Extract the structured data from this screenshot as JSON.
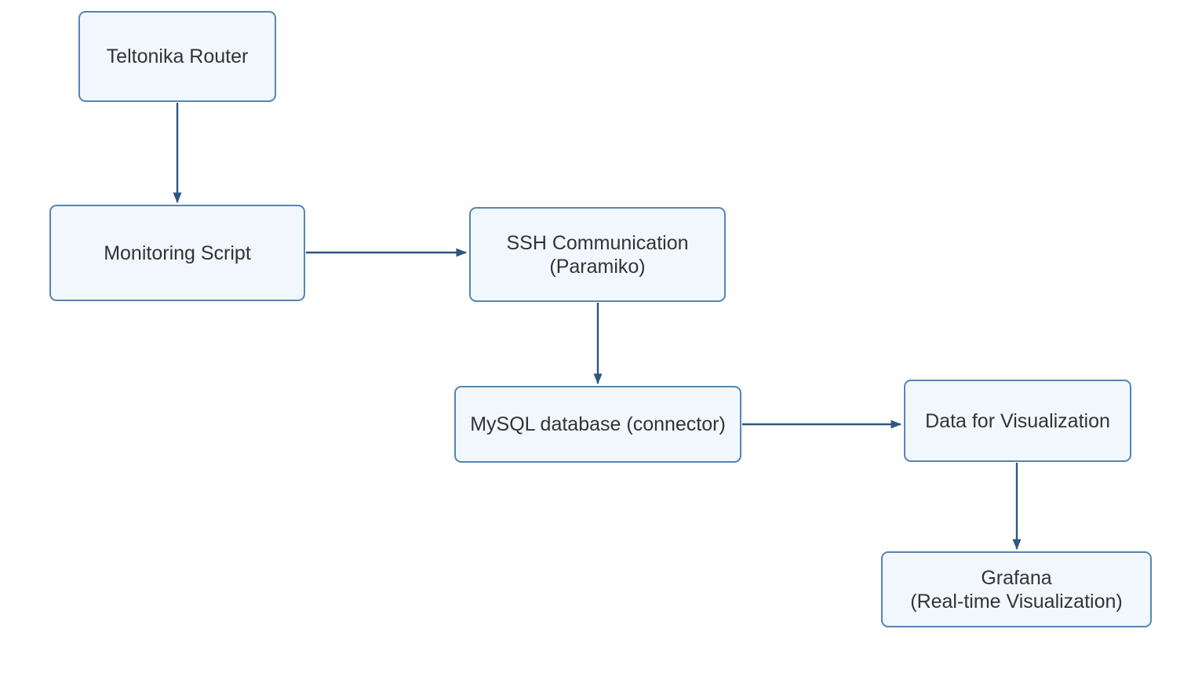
{
  "diagram": {
    "type": "flowchart",
    "nodes": [
      {
        "id": "teltonika-router",
        "label": "Teltonika Router"
      },
      {
        "id": "monitoring-script",
        "label": "Monitoring Script"
      },
      {
        "id": "ssh-communication",
        "label": "SSH Communication\n(Paramiko)"
      },
      {
        "id": "mysql-database",
        "label": "MySQL database (connector)"
      },
      {
        "id": "data-for-visualization",
        "label": "Data for Visualization"
      },
      {
        "id": "grafana",
        "label": "Grafana\n(Real-time Visualization)"
      }
    ],
    "edges": [
      {
        "from": "teltonika-router",
        "to": "monitoring-script",
        "direction": "down"
      },
      {
        "from": "monitoring-script",
        "to": "ssh-communication",
        "direction": "right"
      },
      {
        "from": "ssh-communication",
        "to": "mysql-database",
        "direction": "down"
      },
      {
        "from": "mysql-database",
        "to": "data-for-visualization",
        "direction": "right"
      },
      {
        "from": "data-for-visualization",
        "to": "grafana",
        "direction": "down"
      }
    ],
    "colors": {
      "background": "#ffffff",
      "node_fill": "#f1f7fc",
      "node_border": "#5585b5",
      "arrow": "#2d5680",
      "text": "#333333"
    }
  }
}
